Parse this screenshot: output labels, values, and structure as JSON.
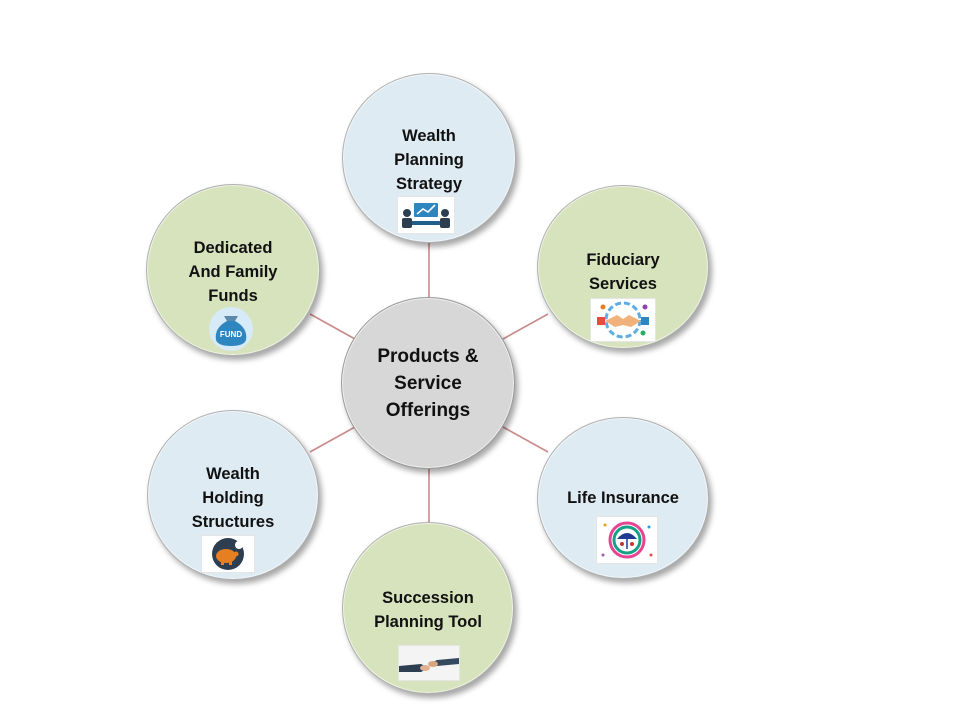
{
  "diagram": {
    "center": {
      "label": "Products &\nService\nOfferings"
    },
    "nodes": [
      {
        "id": "wealth-planning-strategy",
        "label": "Wealth\nPlanning\nStrategy",
        "fill": "#deebf3",
        "icon": "meeting-chart-icon"
      },
      {
        "id": "fiduciary-services",
        "label": "Fiduciary\nServices",
        "fill": "#d6e3bd",
        "icon": "handshake-icon"
      },
      {
        "id": "life-insurance",
        "label": "Life Insurance",
        "fill": "#deebf3",
        "icon": "family-umbrella-icon"
      },
      {
        "id": "succession-planning-tool",
        "label": "Succession\nPlanning Tool",
        "fill": "#d6e3bd",
        "icon": "handover-icon"
      },
      {
        "id": "wealth-holding-structures",
        "label": "Wealth\nHolding\nStructures",
        "fill": "#deebf3",
        "icon": "piggy-bank-icon"
      },
      {
        "id": "dedicated-family-funds",
        "label": "Dedicated\nAnd Family\nFunds",
        "fill": "#d6e3bd",
        "icon": "fund-bag-icon"
      }
    ],
    "fund_bag_text": "FUND",
    "colors": {
      "connector": "#c98a8a",
      "center_fill": "#d7d7d7",
      "blue_fill": "#deebf3",
      "green_fill": "#d6e3bd"
    }
  }
}
